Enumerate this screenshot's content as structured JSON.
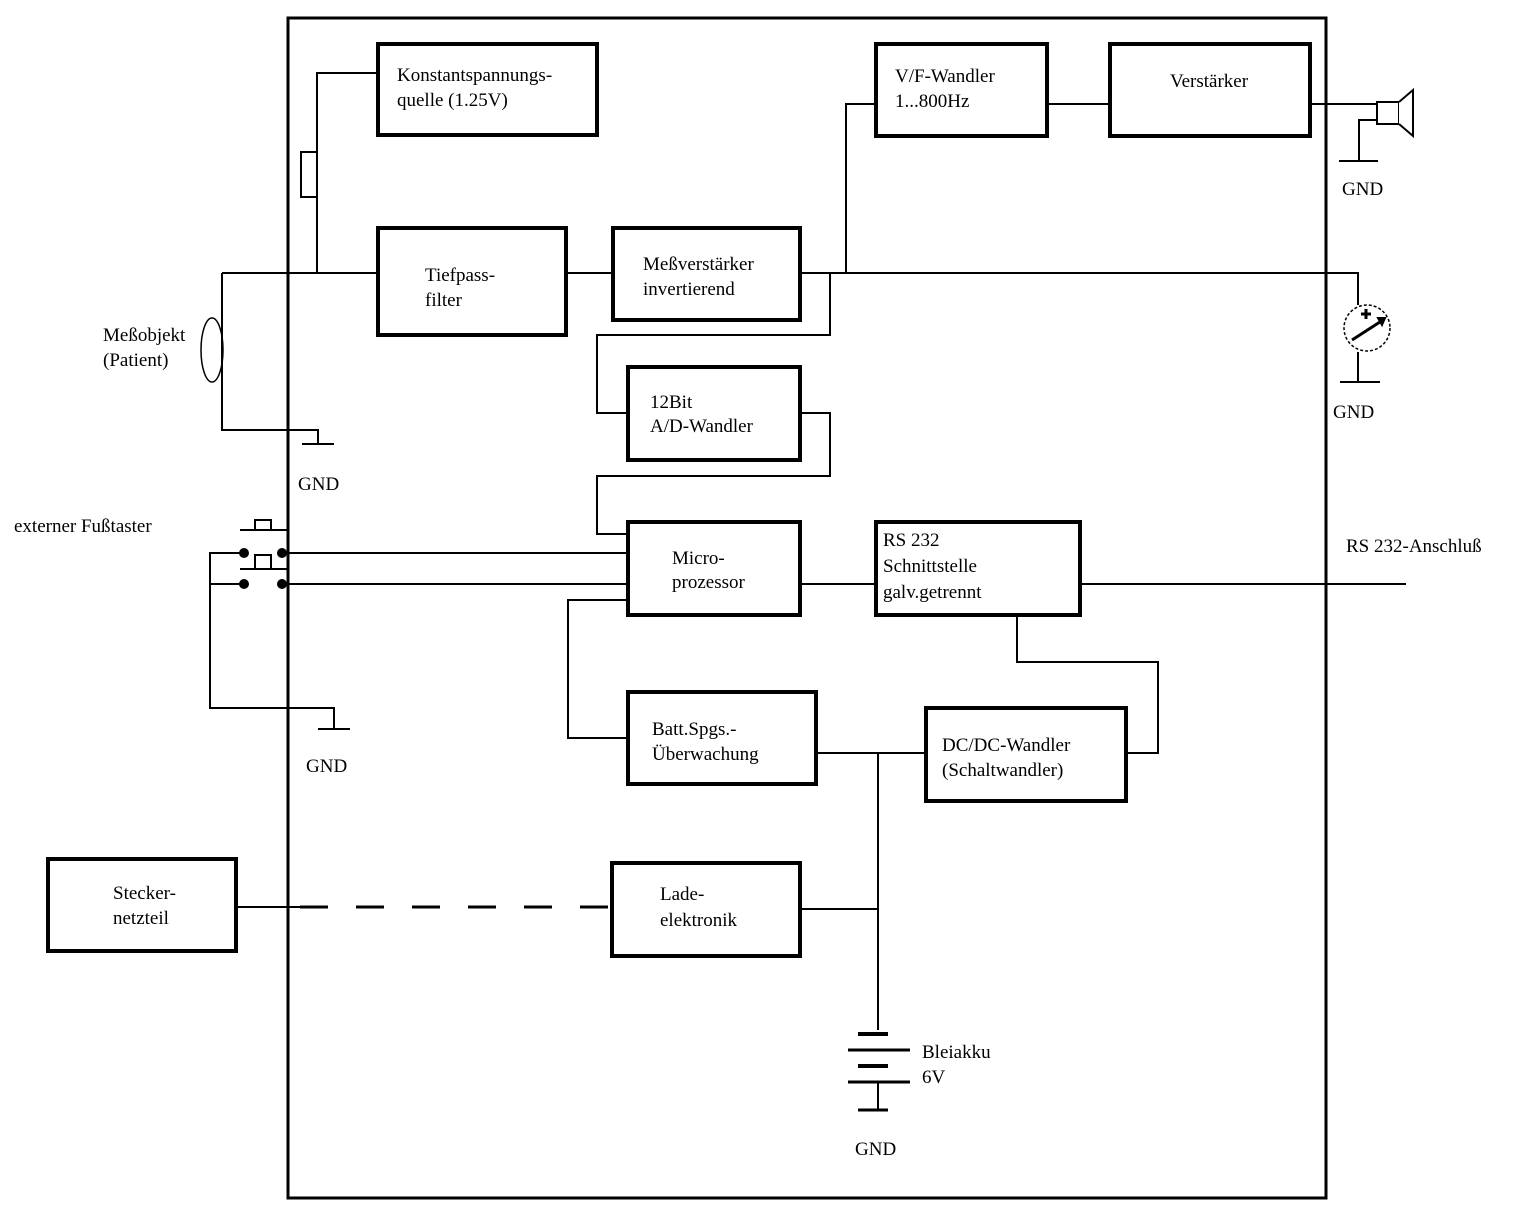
{
  "diagram": {
    "title": "",
    "blocks": {
      "konstant": [
        "Konstantspannungs-",
        "quelle (1.25V)"
      ],
      "tiefpass": [
        "Tiefpass-",
        "filter"
      ],
      "messverst": [
        "Meßverstärker",
        "invertierend"
      ],
      "vf": [
        "V/F-Wandler",
        "1...800Hz"
      ],
      "verstaerker": [
        "Verstärker"
      ],
      "adc": [
        "12Bit",
        "A/D-Wandler"
      ],
      "micro": [
        "Micro-",
        "prozessor"
      ],
      "rs232": [
        "RS 232",
        "Schnittstelle",
        "galv.getrennt"
      ],
      "batt": [
        "Batt.Spgs.-",
        "Überwachung"
      ],
      "dcdc": [
        "DC/DC-Wandler",
        "(Schaltwandler)"
      ],
      "lade": [
        "Lade-",
        "elektronik"
      ],
      "stecker": [
        "Stecker-",
        "netzteil"
      ]
    },
    "labels": {
      "messobjekt": [
        "Meßobjekt",
        "(Patient)"
      ],
      "fusstaster": "externer Fußtaster",
      "rs232_port": "RS 232-Anschluß",
      "akku": [
        "Bleiakku",
        "6V"
      ],
      "gnd": "GND"
    },
    "components": {
      "speaker": "speaker-icon",
      "meter": "meter-icon",
      "battery": "battery-icon",
      "footswitch": "footswitch-icon",
      "electrode": "electrode-icon"
    }
  }
}
